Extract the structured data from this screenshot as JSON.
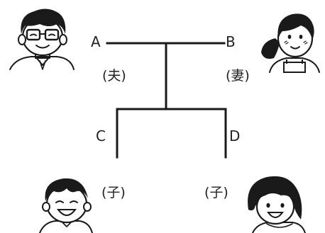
{
  "family": {
    "father": {
      "letter": "A",
      "role": "(夫)"
    },
    "mother": {
      "letter": "B",
      "role": "(妻)"
    },
    "child_left": {
      "letter": "C",
      "role": "(子)"
    },
    "child_right": {
      "letter": "D",
      "role": "(子)"
    }
  },
  "colors": {
    "line": "#1a1a1a",
    "text": "#222222",
    "background": "#ffffff"
  },
  "icons": [
    "father-with-glasses-icon",
    "mother-icon",
    "boy-icon",
    "girl-icon"
  ]
}
